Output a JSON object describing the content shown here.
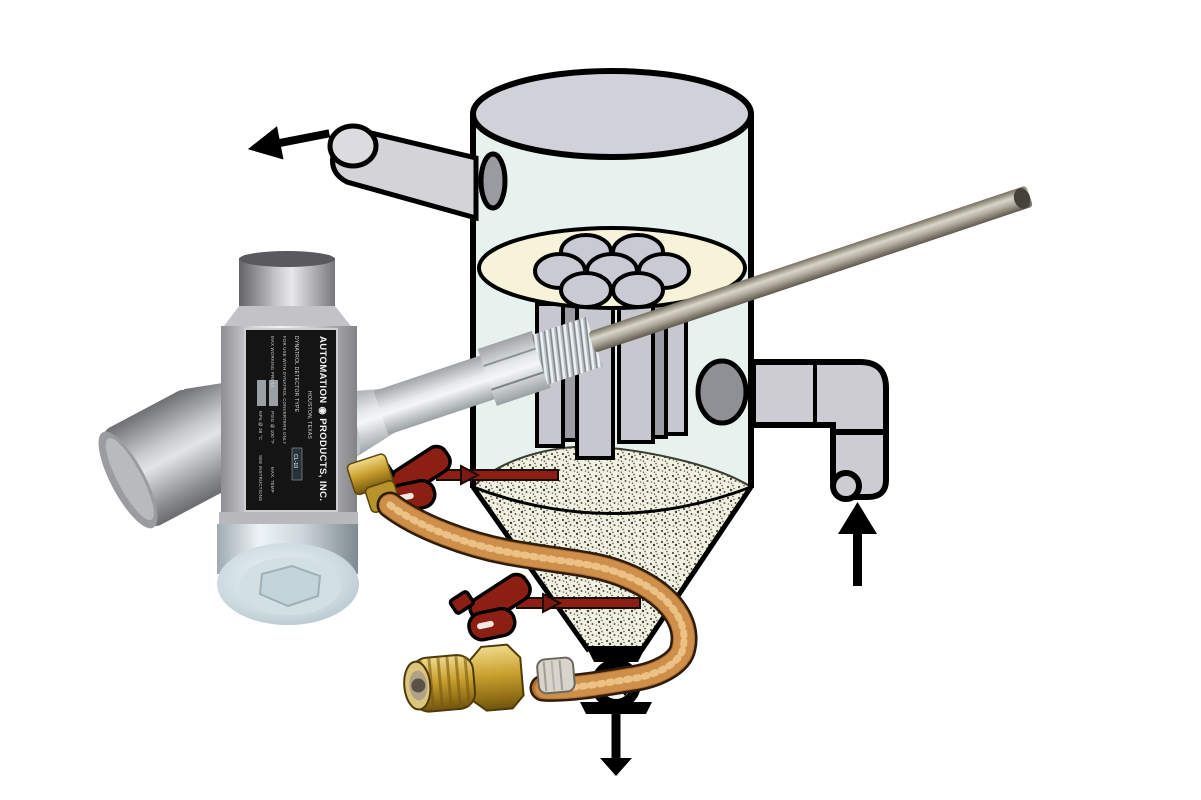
{
  "nameplate": {
    "manufacturer": "AUTOMATION ◉ PRODUCTS, INC.",
    "city": "HOUSTON, TEXAS",
    "type_label": "DYNATROL DETECTOR TYPE",
    "type_value": "CL-10",
    "use_line": "FOR USE WITH DYNATROL CONVERTERS ONLY",
    "max_press_label": "MAX WORKING PRESS",
    "press_units_f": "PSIG @ 100 °F",
    "max_temp_label": "MAX. TEMP",
    "press_units_c": "MPa @ 38 °C",
    "instructions": "SEE INSTRUCTIONS"
  },
  "flow_arrows": [
    {
      "name": "outlet-top-left",
      "direction": "left"
    },
    {
      "name": "inlet-side-right",
      "direction": "up"
    },
    {
      "name": "discharge-bottom",
      "direction": "down"
    }
  ],
  "colors": {
    "vessel_fill": "#e7f2ee",
    "lid_fill": "#d0d1d9",
    "pipe_fill": "#d4d4d8",
    "disc_fill": "#f6f3d8",
    "material_base": "#f1f1e1",
    "probe_symbol_red": "#8c1f14",
    "hose_copper": "#b5722e",
    "brass": "#c9a22e",
    "outline": "#000000"
  }
}
